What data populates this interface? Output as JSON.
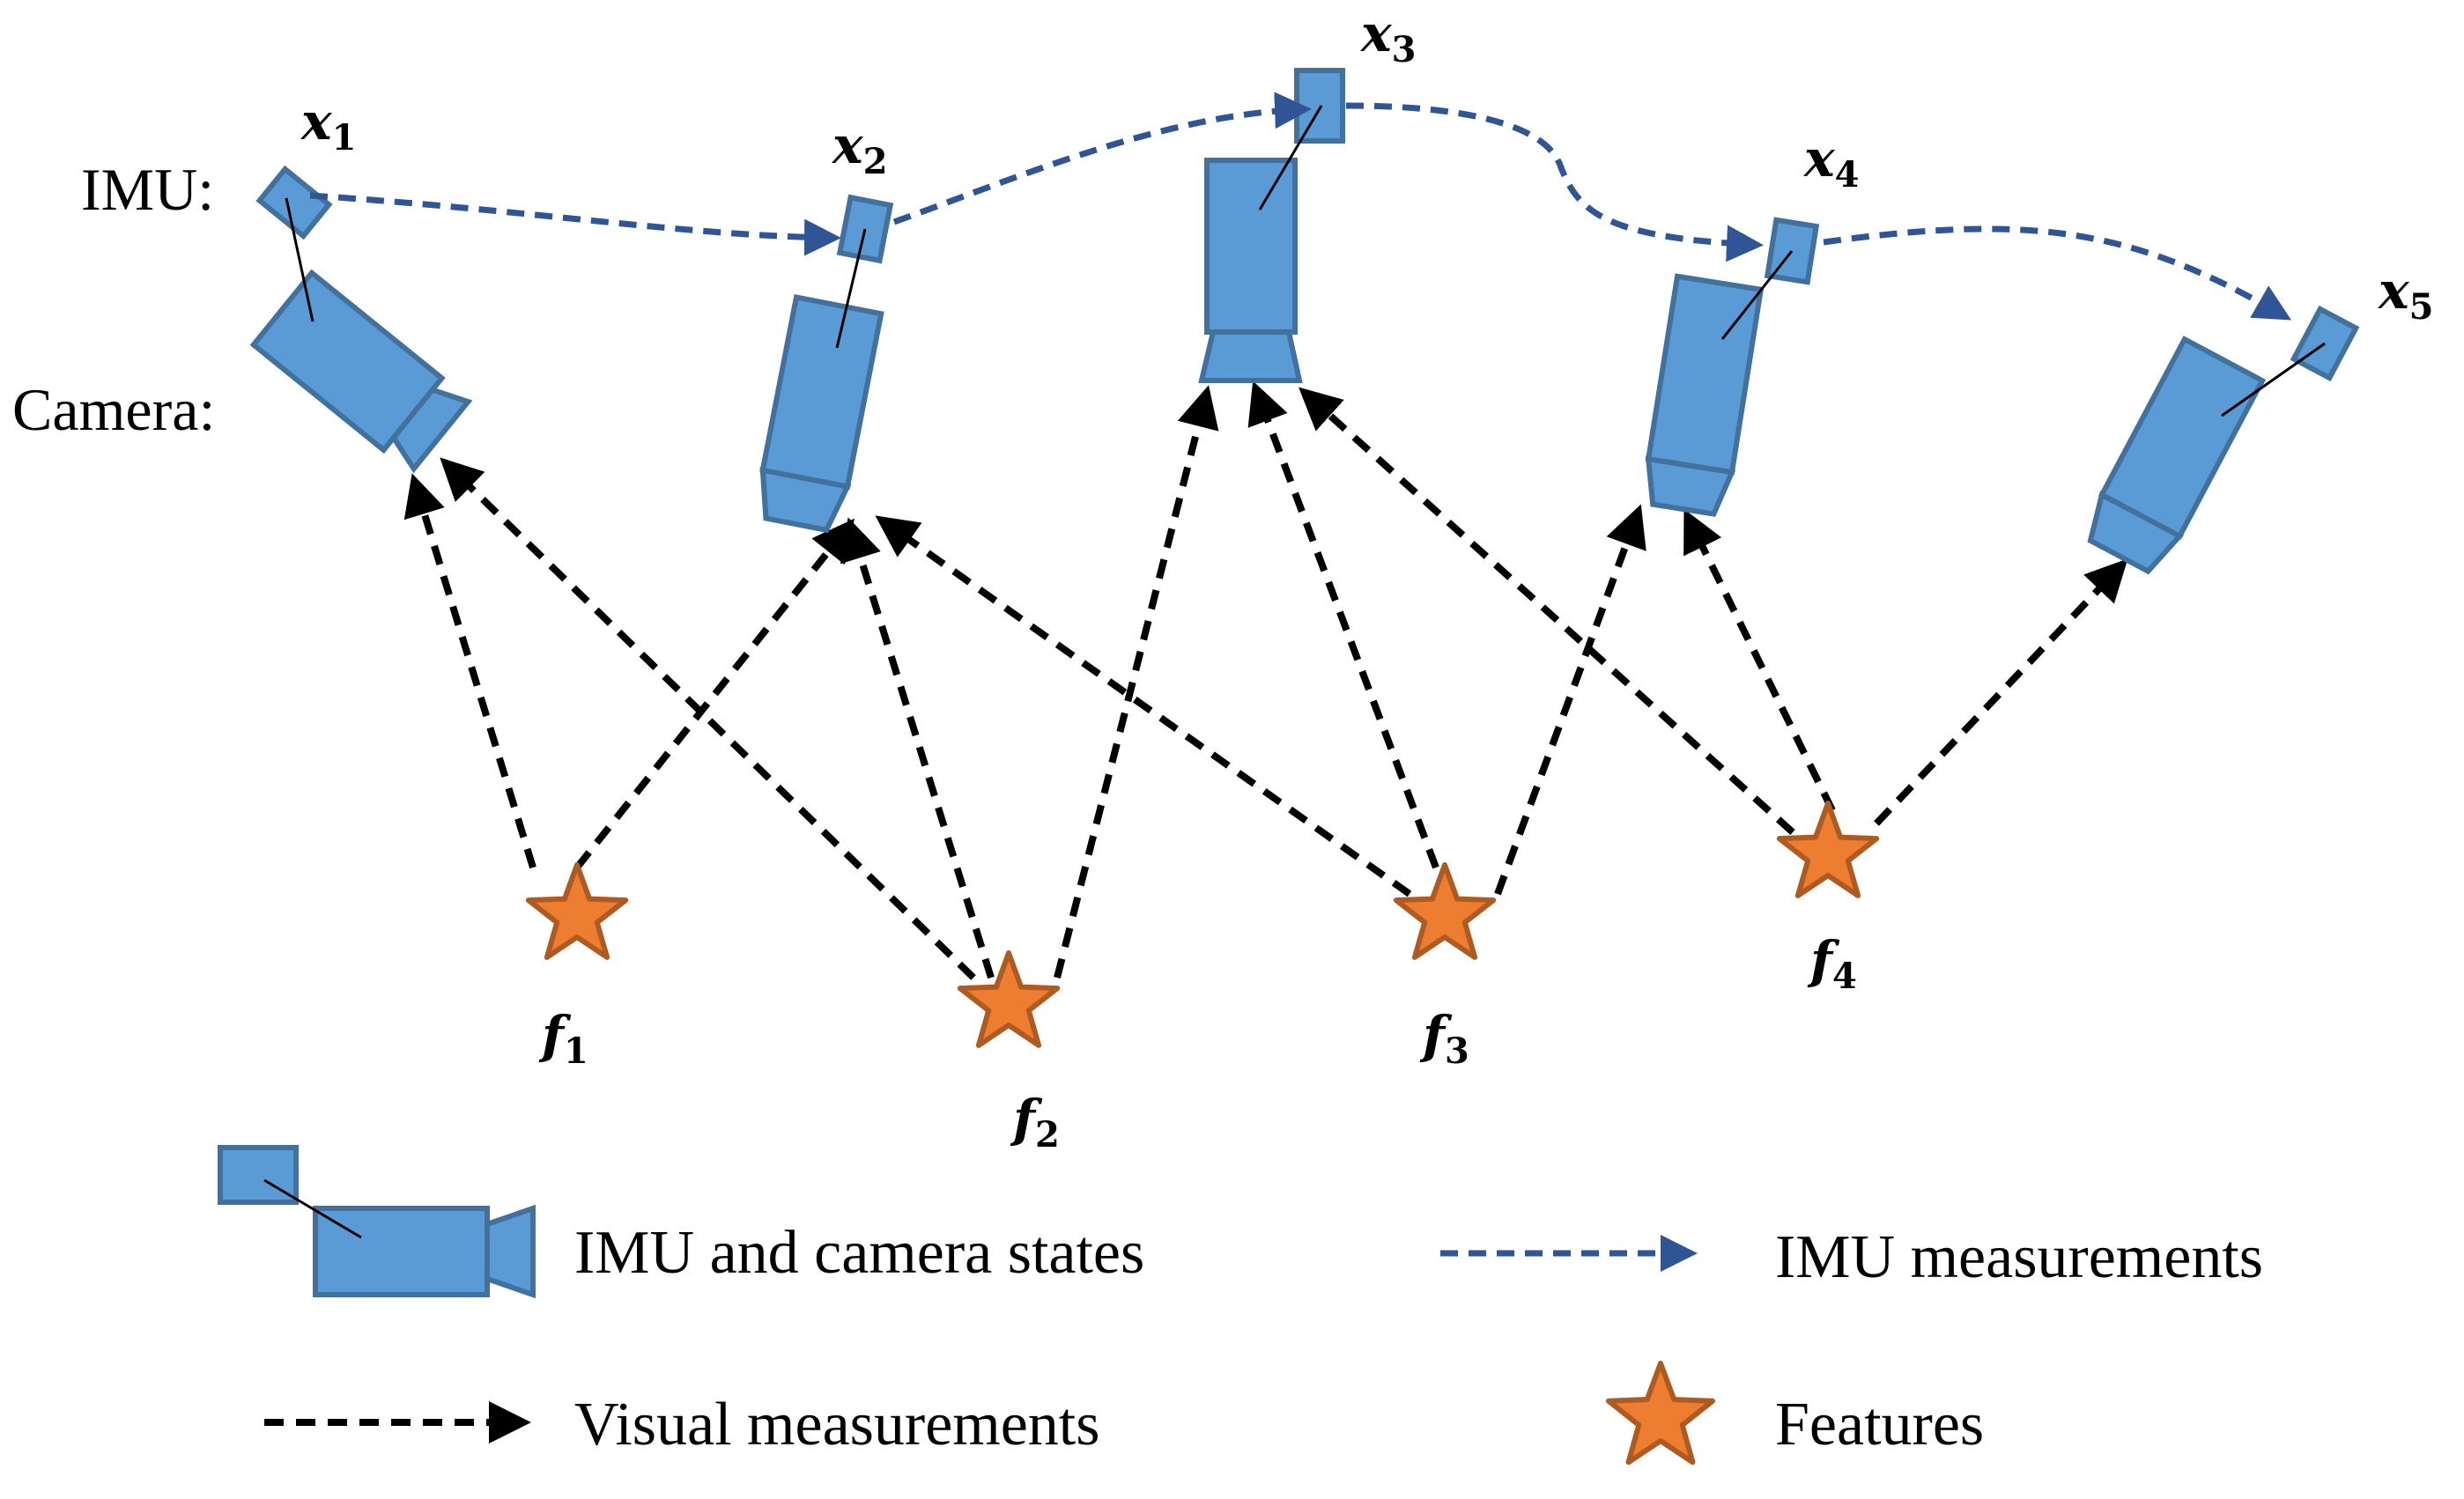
{
  "row_labels": {
    "imu": "IMU:",
    "camera": "Camera:"
  },
  "colors": {
    "device_fill": "#5b9bd5",
    "device_stroke": "#41719c",
    "imu_measurement": "#2f5597",
    "visual_measurement": "#000000",
    "feature_fill": "#ed7d31",
    "feature_stroke": "#ae5a21"
  },
  "states": [
    {
      "id": "x1",
      "symbol": "x",
      "sub": "1"
    },
    {
      "id": "x2",
      "symbol": "x",
      "sub": "2"
    },
    {
      "id": "x3",
      "symbol": "x",
      "sub": "3"
    },
    {
      "id": "x4",
      "symbol": "x",
      "sub": "4"
    },
    {
      "id": "x5",
      "symbol": "x",
      "sub": "5"
    }
  ],
  "features": [
    {
      "id": "f1",
      "symbol": "f",
      "sub": "1",
      "observed_by": [
        "x1",
        "x2"
      ]
    },
    {
      "id": "f2",
      "symbol": "f",
      "sub": "2",
      "observed_by": [
        "x1",
        "x2",
        "x3"
      ]
    },
    {
      "id": "f3",
      "symbol": "f",
      "sub": "3",
      "observed_by": [
        "x2",
        "x3",
        "x4"
      ]
    },
    {
      "id": "f4",
      "symbol": "f",
      "sub": "4",
      "observed_by": [
        "x3",
        "x4",
        "x5"
      ]
    }
  ],
  "imu_links": [
    [
      "x1",
      "x2"
    ],
    [
      "x2",
      "x3"
    ],
    [
      "x3",
      "x4"
    ],
    [
      "x4",
      "x5"
    ]
  ],
  "legend": {
    "states": "IMU and camera states",
    "imu": "IMU measurements",
    "visual": "Visual measurements",
    "features": "Features"
  }
}
